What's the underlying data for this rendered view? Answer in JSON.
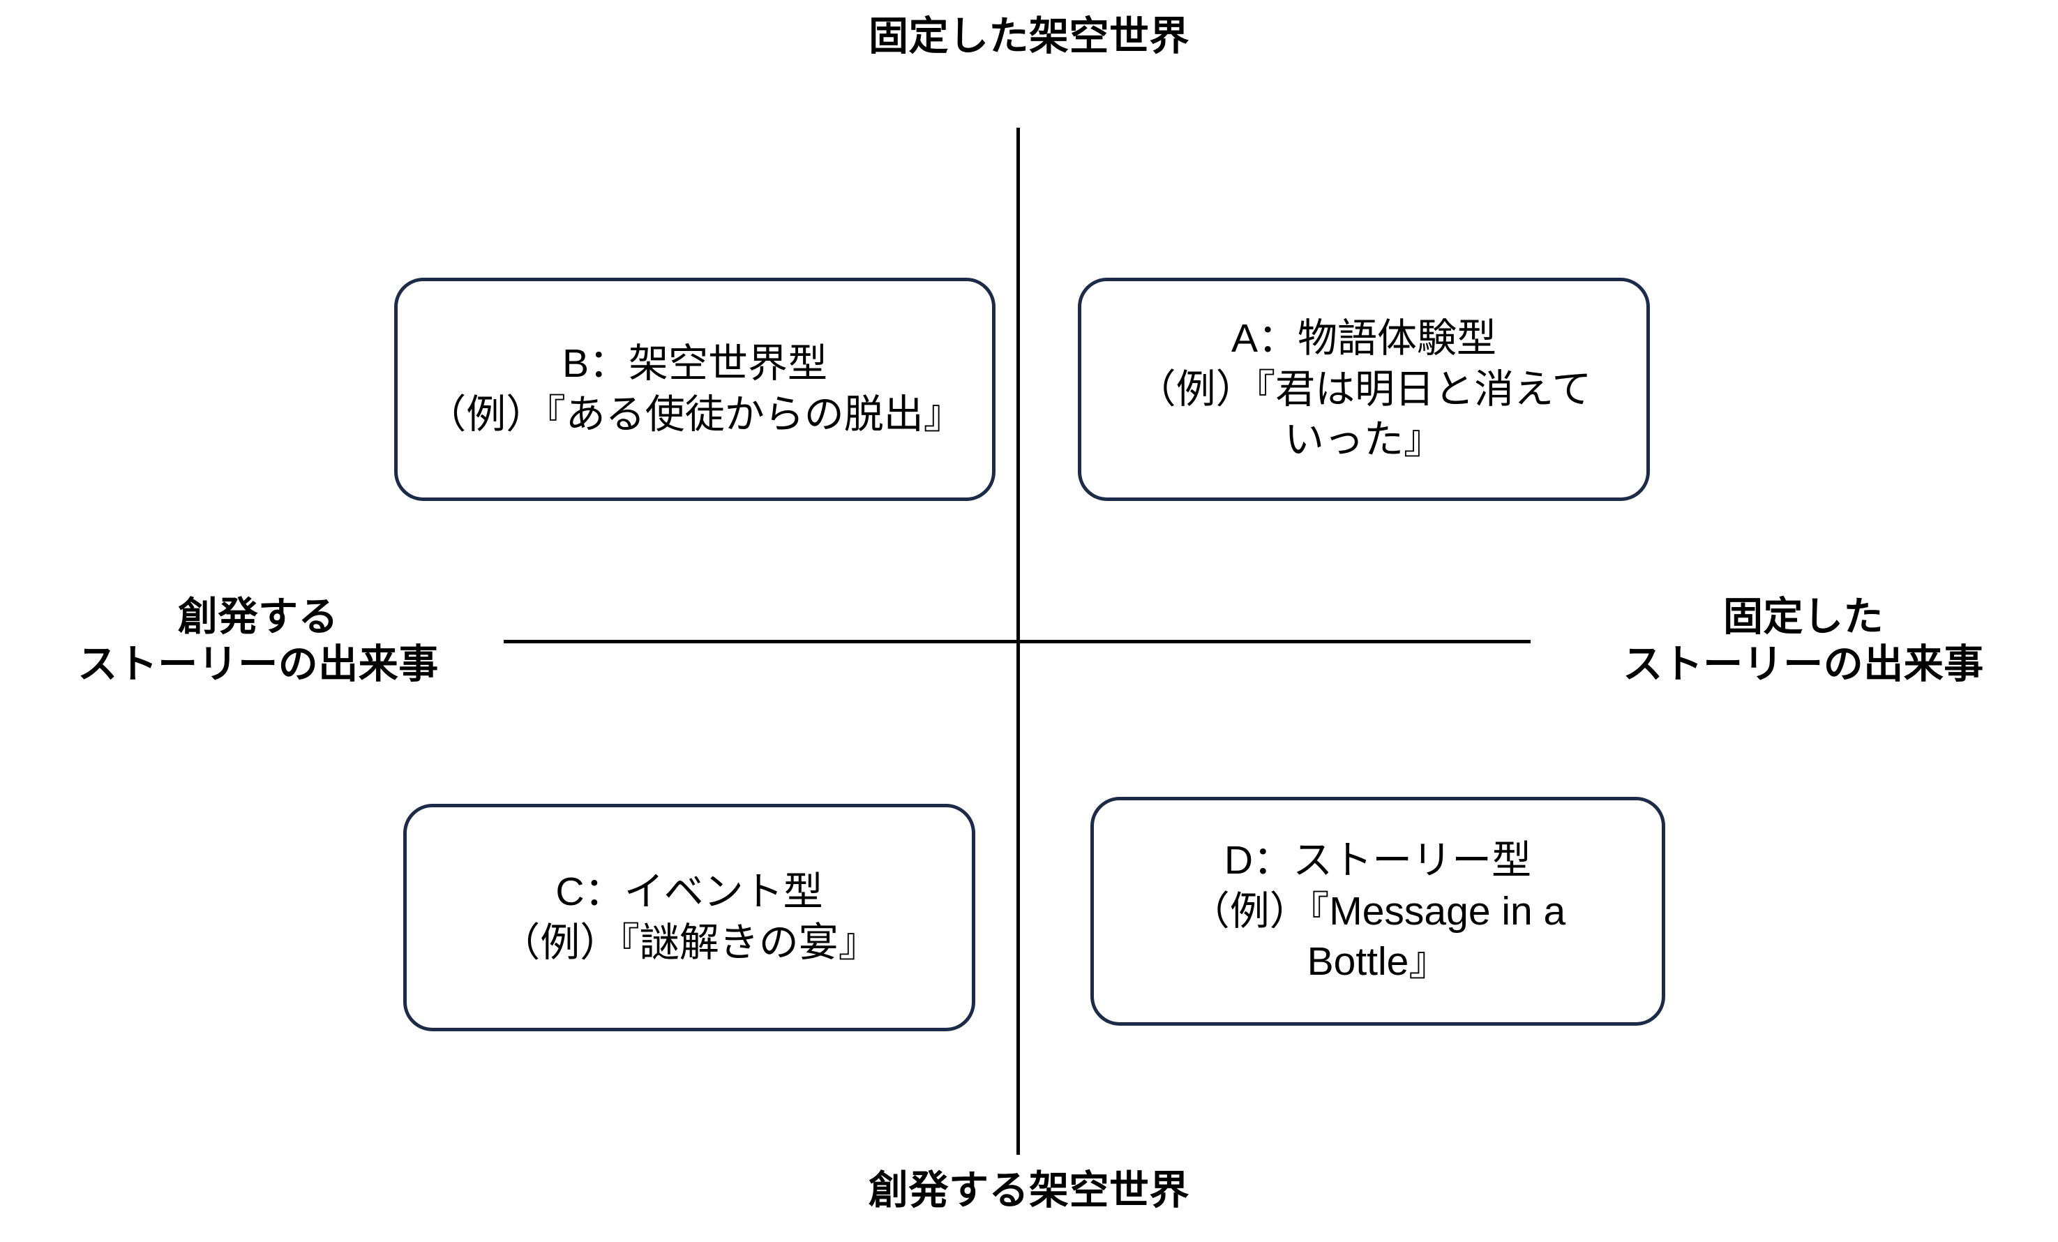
{
  "diagram": {
    "title_visible": false,
    "axes": {
      "vertical": {
        "top_label": "固定した架空世界",
        "bottom_label": "創発する架空世界",
        "color": "#000000"
      },
      "horizontal": {
        "left_label_line1": "創発する",
        "left_label_line2": "ストーリーの出来事",
        "right_label_line1": "固定した",
        "right_label_line2": "ストーリーの出来事",
        "color": "#000000"
      }
    },
    "box_border_color": "#1c2b47",
    "quadrants": [
      {
        "id": "A",
        "position": "top-right",
        "title": "A：物語体験型",
        "example": "（例）『君は明日と消えていった』"
      },
      {
        "id": "B",
        "position": "top-left",
        "title": "B：架空世界型",
        "example": "（例）『ある使徒からの脱出』"
      },
      {
        "id": "C",
        "position": "bottom-left",
        "title": "C：イベント型",
        "example": "（例）『謎解きの宴』"
      },
      {
        "id": "D",
        "position": "bottom-right",
        "title": "D：ストーリー型",
        "example": "（例）『Message in a Bottle』"
      }
    ]
  }
}
